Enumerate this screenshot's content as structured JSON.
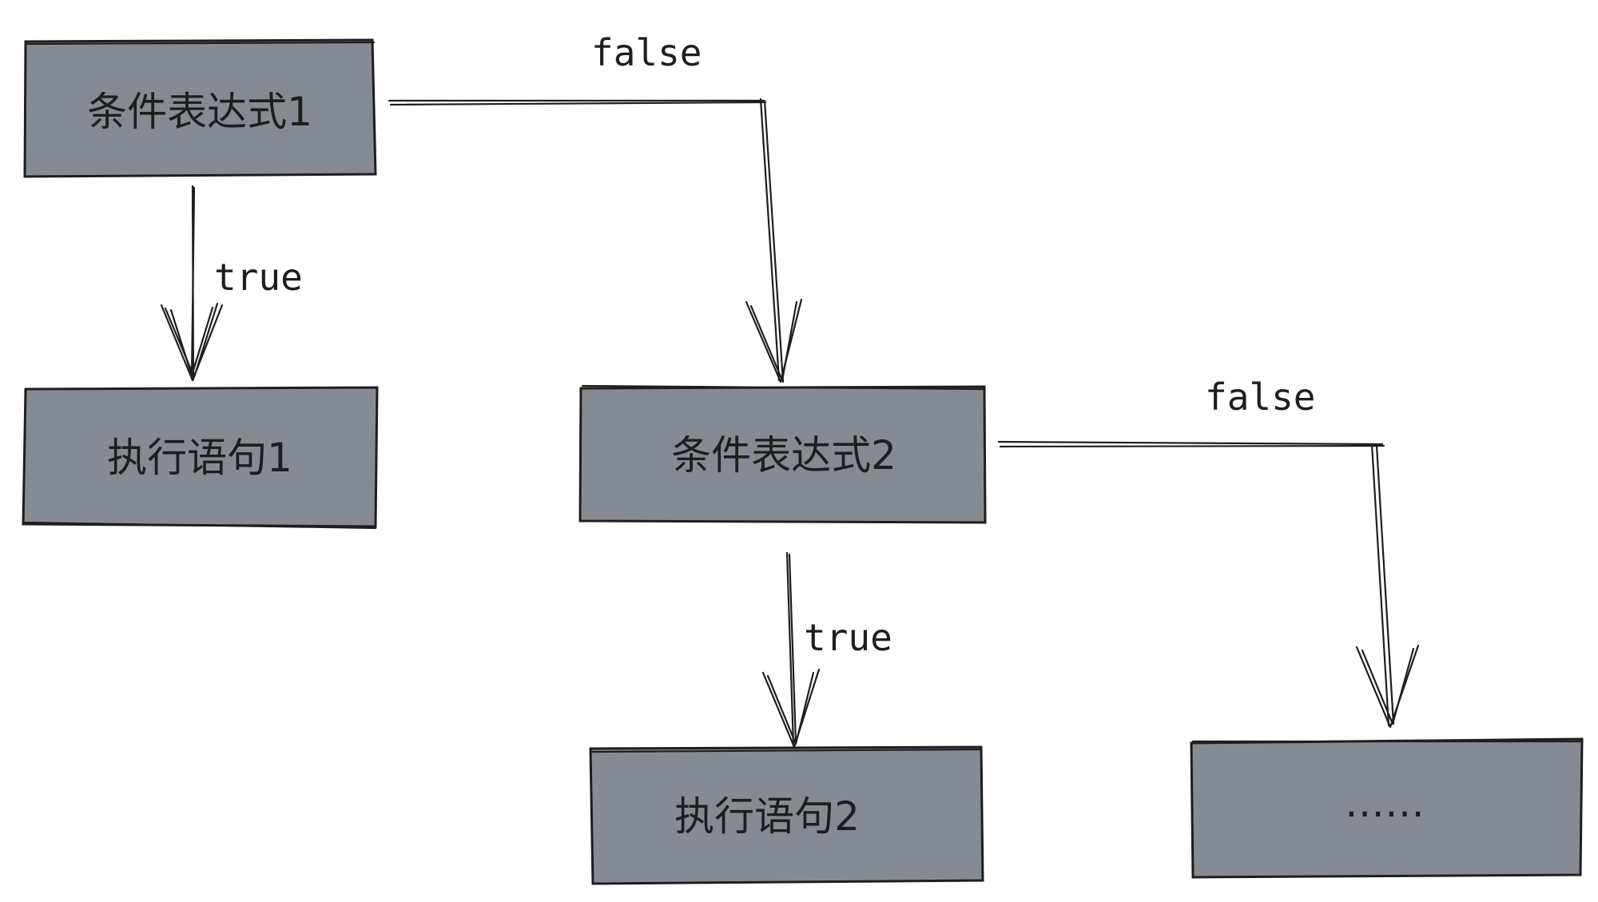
{
  "nodes": {
    "cond1": {
      "label": "条件表达式1"
    },
    "stmt1": {
      "label": "执行语句1"
    },
    "cond2": {
      "label": "条件表达式2"
    },
    "stmt2": {
      "label": "执行语句2"
    },
    "more": {
      "label": "……"
    }
  },
  "edges": {
    "cond1_true": {
      "label": "true"
    },
    "cond1_false": {
      "label": "false"
    },
    "cond2_true": {
      "label": "true"
    },
    "cond2_false": {
      "label": "false"
    }
  },
  "colors": {
    "node_fill": "#868b93",
    "stroke": "#1e1e1e",
    "background": "#ffffff"
  }
}
